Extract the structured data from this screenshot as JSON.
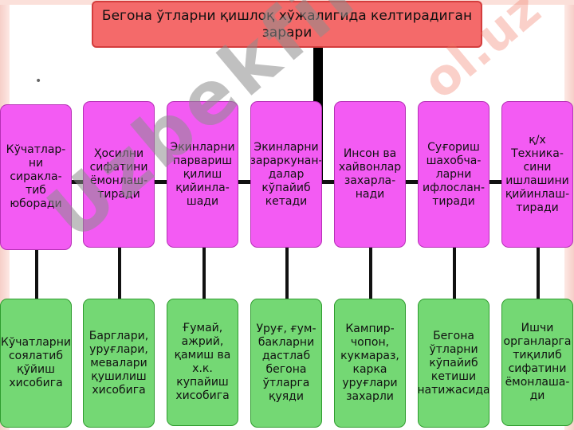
{
  "title": "Бегона ўтларни қишлоқ хўжалигида келтирадиган зарари",
  "top_boxes": [
    "Кўчатлар-ни сиракла­тиб юборади",
    "Ҳосилни сифатини ёмонлаш­тиради",
    "Экинларни парвариш қилиш қийинла­шади",
    "Экинларни зараркунан-далар кўпайиб кетади",
    "Инсон ва хайвонлар захарла-нади",
    "Суғориш шахобча-ларни ифлослан-тиради",
    "қ/х Техника-сини ишлашини қийинлаш-тиради"
  ],
  "bottom_boxes": [
    "Кўчатларни соялатиб қўйиш хисобига",
    "Барглари, уруғлари, мевалари қушилиш хисобига",
    "Ғумай, ажрий, қамиш ва х.к. купайиш хисобига",
    "Уруғ, ғум-бакларни дастлаб бегона ўтларга қуяди",
    "Кампир-чопон, кукмараз, карка уруғлари захарли",
    "Бегона ўтларни кўпайиб кетиши натижасида",
    "Ишчи органларга тиқилиб сифатини ёмонлаша-ди"
  ],
  "bullets": [
    "•",
    "•"
  ],
  "watermark": "Uzbekfiles",
  "watermark_note": "ol.uz"
}
